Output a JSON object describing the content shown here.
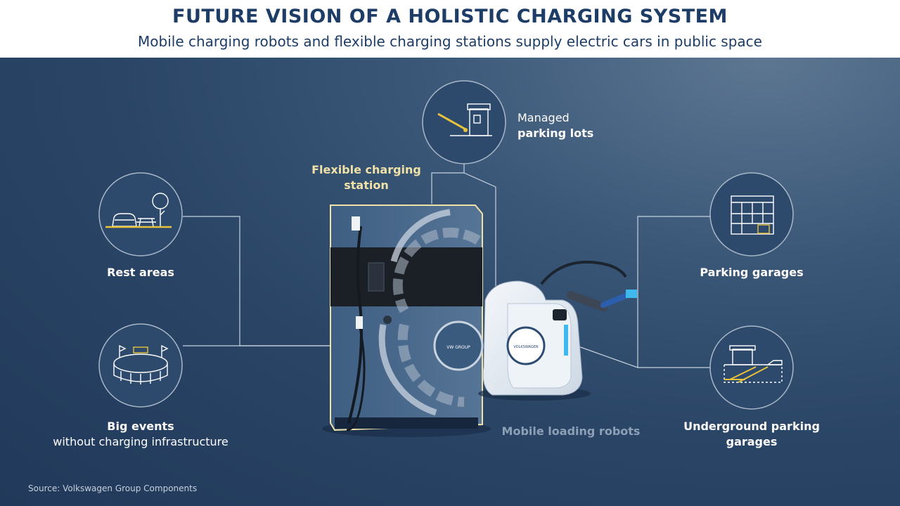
{
  "header": {
    "title": "FUTURE VISION OF A HOLISTIC CHARGING SYSTEM",
    "subtitle": "Mobile charging robots and flexible charging stations supply electric cars in public space"
  },
  "nodes": {
    "managed_parking": {
      "line1": "Managed",
      "line2": "parking lots",
      "icon": "parking-barrier-icon"
    },
    "station": {
      "line1": "Flexible charging",
      "line2": "station"
    },
    "rest_areas": {
      "label": "Rest areas",
      "icon": "rest-area-icon"
    },
    "big_events": {
      "line1": "Big events",
      "line2": "without charging infrastructure",
      "icon": "stadium-icon"
    },
    "parking_garages": {
      "label": "Parking garages",
      "icon": "parking-garage-icon"
    },
    "underground": {
      "line1": "Underground parking",
      "line2": "garages",
      "icon": "underground-garage-icon"
    },
    "robots": {
      "label": "Mobile loading robots"
    }
  },
  "source": "Source: Volkswagen Group Components",
  "colors": {
    "title": "#1d3d66",
    "background": "#2a4566",
    "accent_yellow": "#e8c23a",
    "station_label": "#f0e1a6",
    "connector": "#c7d2de"
  }
}
